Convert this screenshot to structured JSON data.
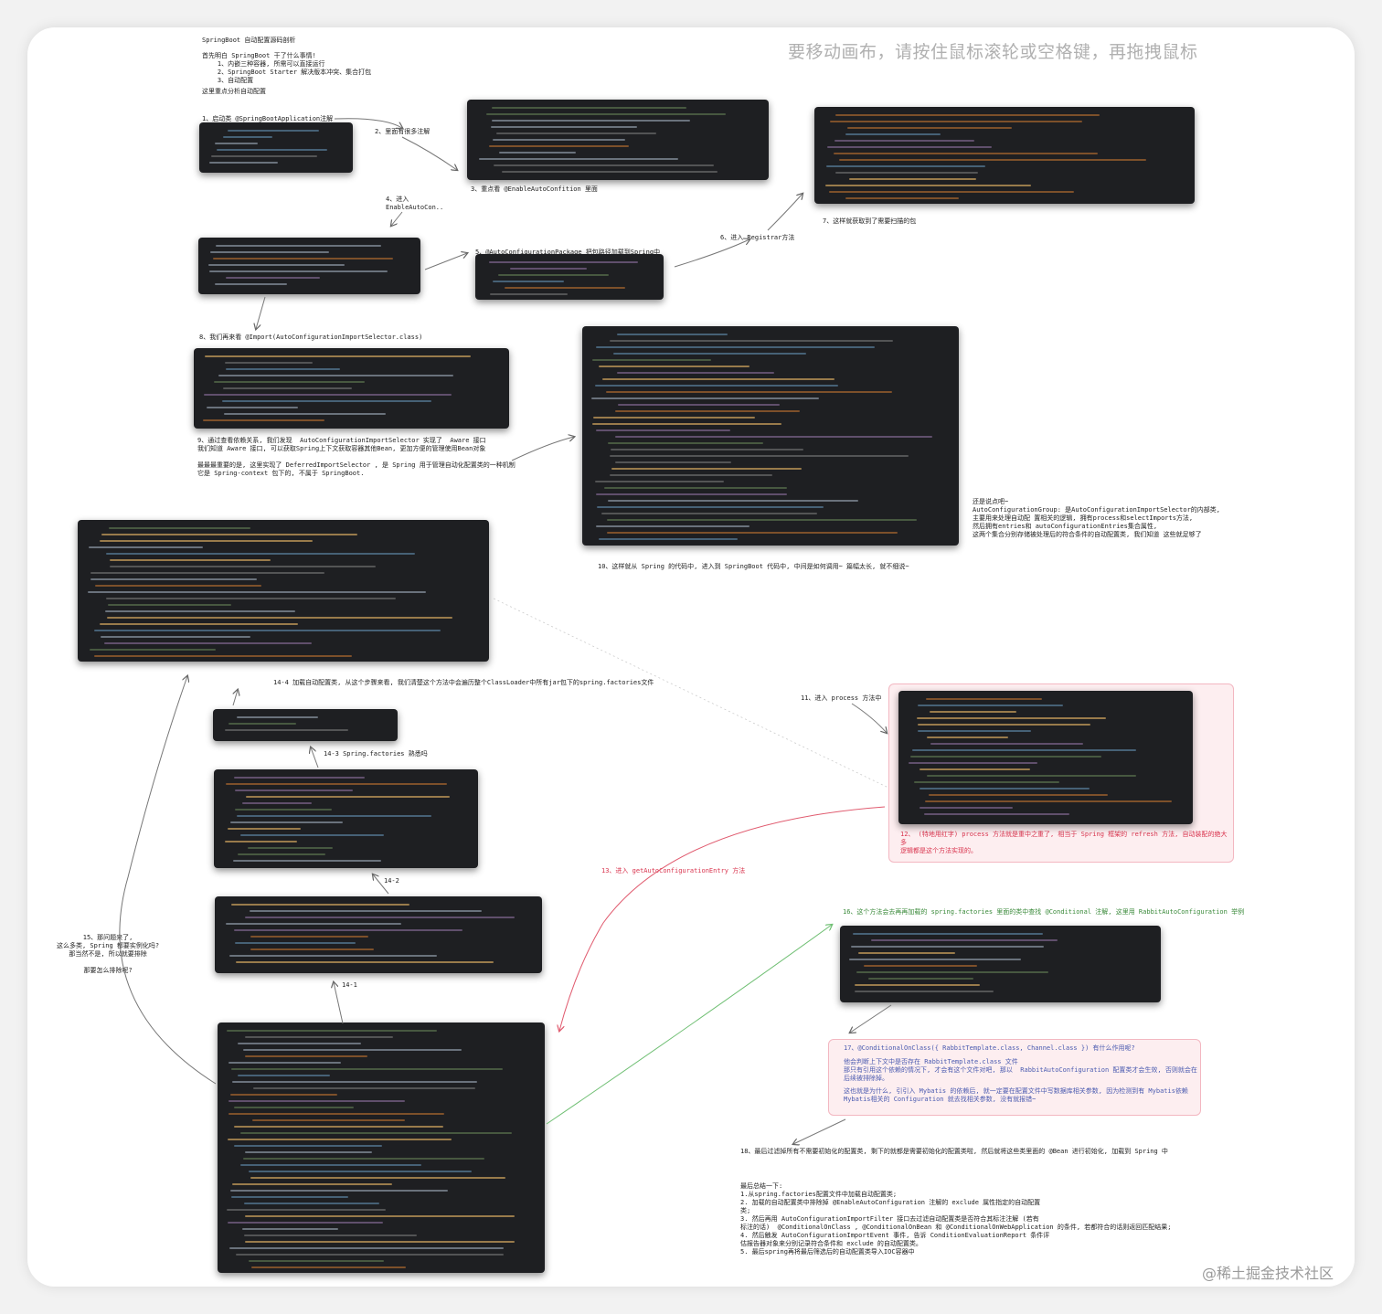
{
  "canvas_hint": "要移动画布，请按住鼠标滚轮或空格键，再拖拽鼠标",
  "watermark": "@稀土掘金技术社区",
  "intro": {
    "title": "SpringBoot 自动配置源码剖析",
    "lead": "首先明白 SpringBoot 干了什么事情!",
    "points": "    1、内嵌三种容器, 所需可以直接运行\n    2、SpringBoot Starter 解决版本冲突、集合打包\n    3、自动配置",
    "focus": "这里重点分析自动配置"
  },
  "steps": {
    "s1": "1、启动类  @SpringBootApplication注解",
    "s2": "2、里面有很多注解",
    "s3": "3、重点看 @EnableAutoConfition 里面",
    "s4": "4、进入\nEnableAutoCon..",
    "s5": "5、@AutoConfigurationPackage 把包路径加载到Spring中",
    "s6": "6、进入 Registrar方法",
    "s7": "7、这样就获取到了需要扫描的包",
    "s8": "8、我们再来看 @Import(AutoConfigurationImportSelector.class)",
    "s9": "9、通过查看依赖关系, 我们发现  AutoConfigurationImportSelector 实现了  Aware 接口\n我们知道 Aware 接口, 可以获取Spring上下文获取容器其他Bean, 更加方便的管理使用Bean对象\n\n最最最重要的是, 这里实现了 DeferredImportSelector , 是 Spring 用于管理自动化配置类的一种机制\n它是 Spring-context 包下的, 不属于 SpringBoot.",
    "s10": "10、这样就从 Spring 的代码中, 进入到 SpringBoot 代码中, 中间是如何调用~  篇幅太长, 就不细说~",
    "s11": "11、进入 process 方法中",
    "s12": "12、 (特地用红字) process 方法就是重中之重了, 相当于 Spring 框架的 refresh 方法, 自动装配的绝大多\n逻辑都是这个方法实现的。",
    "s13": "13、进入 getAutoConfigurationEntry 方法",
    "s14_1": "14-1",
    "s14_2": "14-2",
    "s14_3": "14-3 Spring.factories 熟悉吗",
    "s14_4": "14-4 加载自动配置类, 从这个步骤来看, 我们清楚这个方法中会遍历整个ClassLoader中所有jar包下的spring.factories文件",
    "s15": "15、那问题来了,\n这么多类, Spring 都要实例化吗?\n那当然不是, 所以就要排除\n\n那要怎么排除呢?",
    "s16": "16、这个方法会去再再加载的 spring.factories 里面的类中查找 @Conditional 注解, 这里用 RabbitAutoConfiguration 举例",
    "s18": "18、最后过滤掉所有不需要初始化的配置类, 剩下的就都是需要初始化的配置类啦, 然后就将这些类里面的 @Bean 进行初始化, 加载到 Spring 中"
  },
  "side_note": "还是说点吧~\nAutoConfigurationGroup: 是AutoConfigurationImportSelector的内部类,\n主要用来处理自动配 置相关的逻辑, 拥有process和selectImports方法,\n然后拥有entries和 autoConfigurationEntries集合属性,\n这两个集合分别存储被处理后的符合条件的自动配置类, 我们知道 这些就足够了",
  "box17": {
    "title": "17、@ConditionalOnClass({ RabbitTemplate.class, Channel.class }) 有什么作用呢?",
    "p1": "他会判断上下文中是否存在 RabbitTemplate.class 文件\n那只有引用这个依赖的情况下, 才会有这个文件对吧, 那以  RabbitAutoConfiguration 配置类才会生效, 否则就会在\n后续被排除掉。",
    "p2": "这也就是为什么, 引引入 Mybatis 的依赖后, 就一定要在配置文件中写数据库相关参数, 因为检测到有 Mybatis依赖\nMybatis相关的 Configuration 就去找相关参数, 没有就报错~"
  },
  "summary": "最后总结一下:\n1.从spring.factories配置文件中加载自动配置类;\n2. 加载的自动配置类中排除掉 @EnableAutoConfiguration 注解的 exclude 属性指定的自动配置\n类;\n3. 然后再用 AutoConfigurationImportFilter 接口去过滤自动配置类是否符合其标注注解 (若有\n标注的话)  @ConditionalOnClass , @ConditionalOnBean 和 @ConditionalOnWebApplication 的条件, 若都符合的话则返回匹配结果;\n4. 然后触发 AutoConfigurationImportEvent 事件, 告诉 ConditionEvaluationReport 条件评\n估报告器对象来分别记录符合条件和 exclude 的自动配置类。\n5. 最后spring再将最后筛选后的自动配置类导入IOC容器中",
  "colors": {
    "code_bg": "#1e1f22",
    "pink_bg": "#fdeef0",
    "red_arrow": "#e05a6e",
    "green_arrow": "#6fbf73"
  }
}
